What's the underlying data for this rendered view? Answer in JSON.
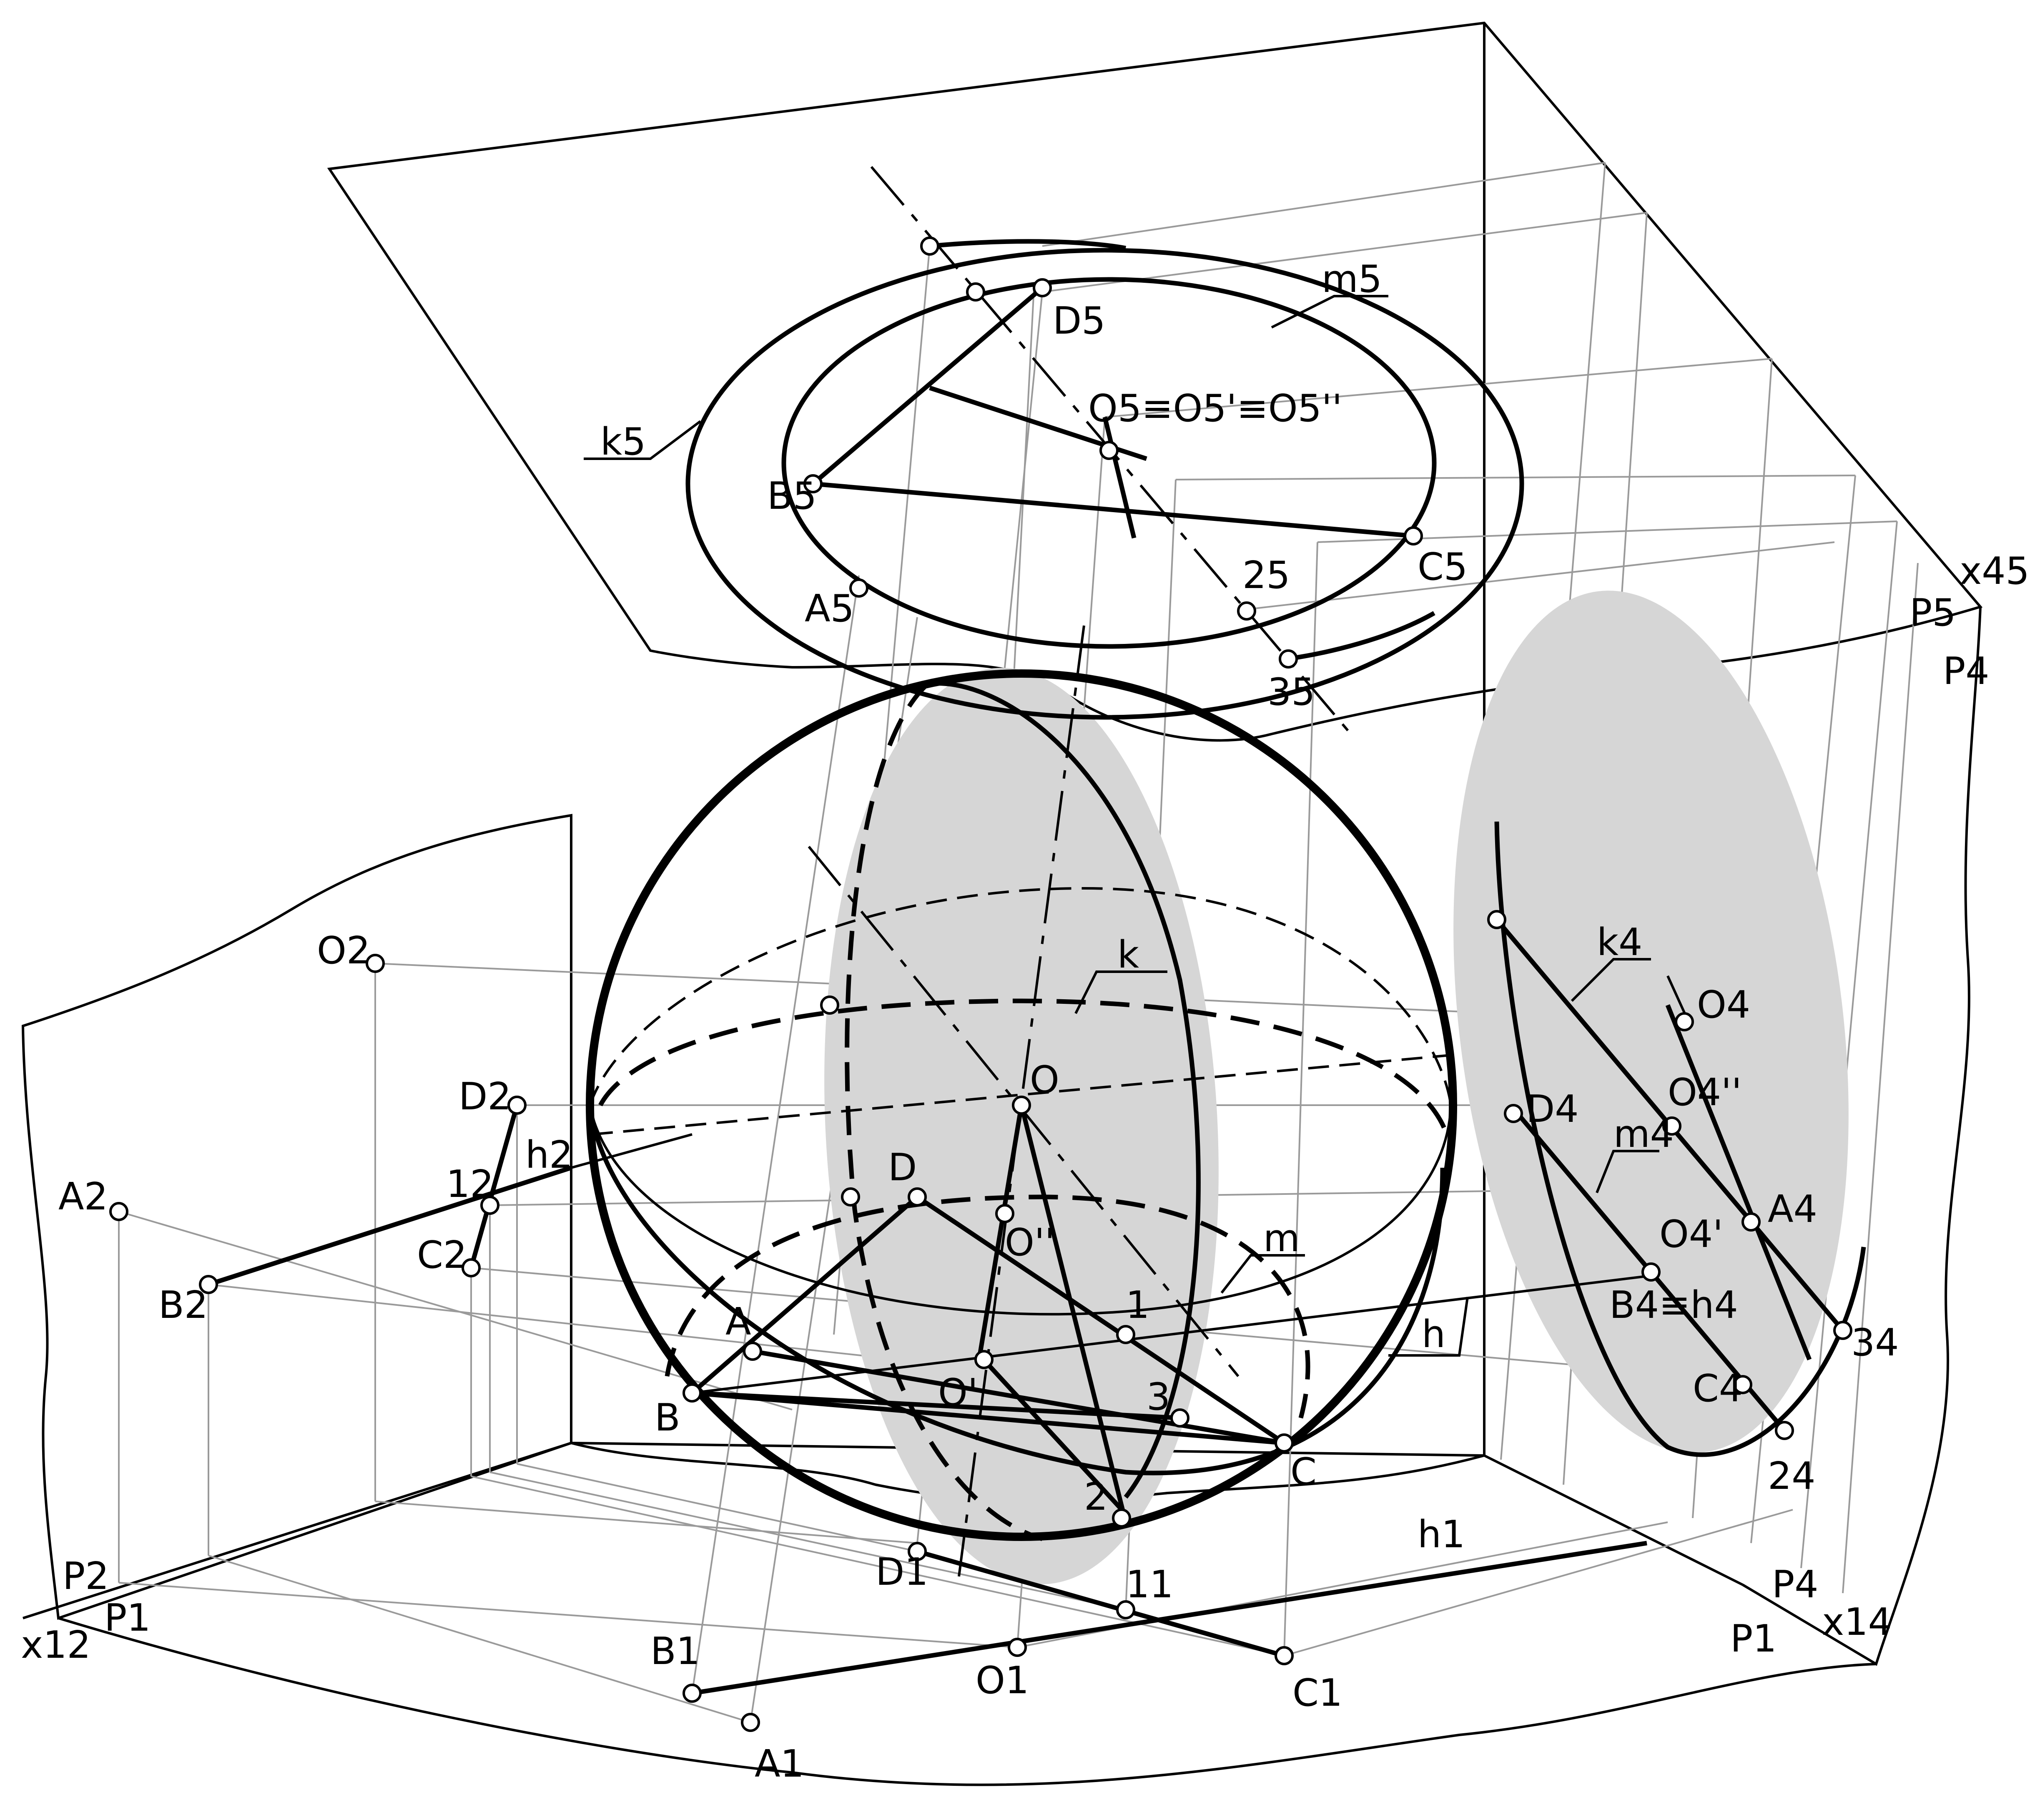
{
  "labels": {
    "O": "O",
    "O_prime": "O'",
    "O_dprime": "O''",
    "D": "D",
    "A": "A",
    "B": "B",
    "C": "C",
    "one": "1",
    "two": "2",
    "three": "3",
    "k": "k",
    "m": "m",
    "h": "h",
    "O2": "O2",
    "D2": "D2",
    "A2": "A2",
    "B2": "B2",
    "C2": "C2",
    "one2": "12",
    "h2": "h2",
    "P2": "P2",
    "P1_left": "P1",
    "x12": "x12",
    "B1": "B1",
    "A1": "A1",
    "O1": "O1",
    "C1": "C1",
    "D1": "D1",
    "one1": "11",
    "h1": "h1",
    "P4_bottom": "P4",
    "P1_bottom": "P1",
    "x14": "x14",
    "k5": "k5",
    "m5": "m5",
    "D5": "D5",
    "O5_eq": "O5≡O5'≡O5''",
    "B5": "B5",
    "C5": "C5",
    "A5": "A5",
    "two5": "25",
    "three5": "35",
    "x45": "x45",
    "P5": "P5",
    "P4_right": "P4",
    "k4": "k4",
    "O4": "O4",
    "O4_dprime": "O4''",
    "D4": "D4",
    "m4": "m4",
    "A4": "A4",
    "O4_prime": "O4'",
    "B4_eq": "B4≡h4",
    "three4": "34",
    "C4": "C4",
    "two4": "24"
  },
  "colors": {
    "line": "#000000",
    "projection": "#9a9a9a",
    "shade": "#d6d6d6",
    "background": "#ffffff"
  }
}
